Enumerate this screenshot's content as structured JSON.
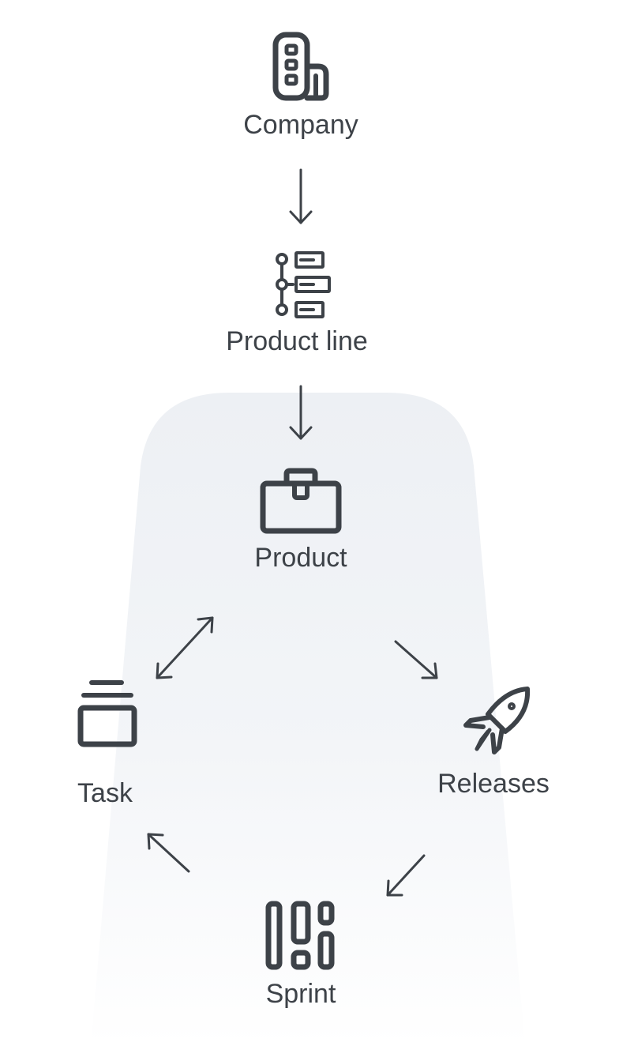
{
  "nodes": {
    "company": {
      "label": "Company",
      "icon": "building-icon"
    },
    "product_line": {
      "label": "Product line",
      "icon": "hierarchy-list-icon"
    },
    "product": {
      "label": "Product",
      "icon": "briefcase-icon"
    },
    "task": {
      "label": "Task",
      "icon": "stacked-cards-icon"
    },
    "releases": {
      "label": "Releases",
      "icon": "rocket-icon"
    },
    "sprint": {
      "label": "Sprint",
      "icon": "board-columns-icon"
    }
  },
  "colors": {
    "ink": "#3d4248",
    "panel": "#eef1f5"
  }
}
